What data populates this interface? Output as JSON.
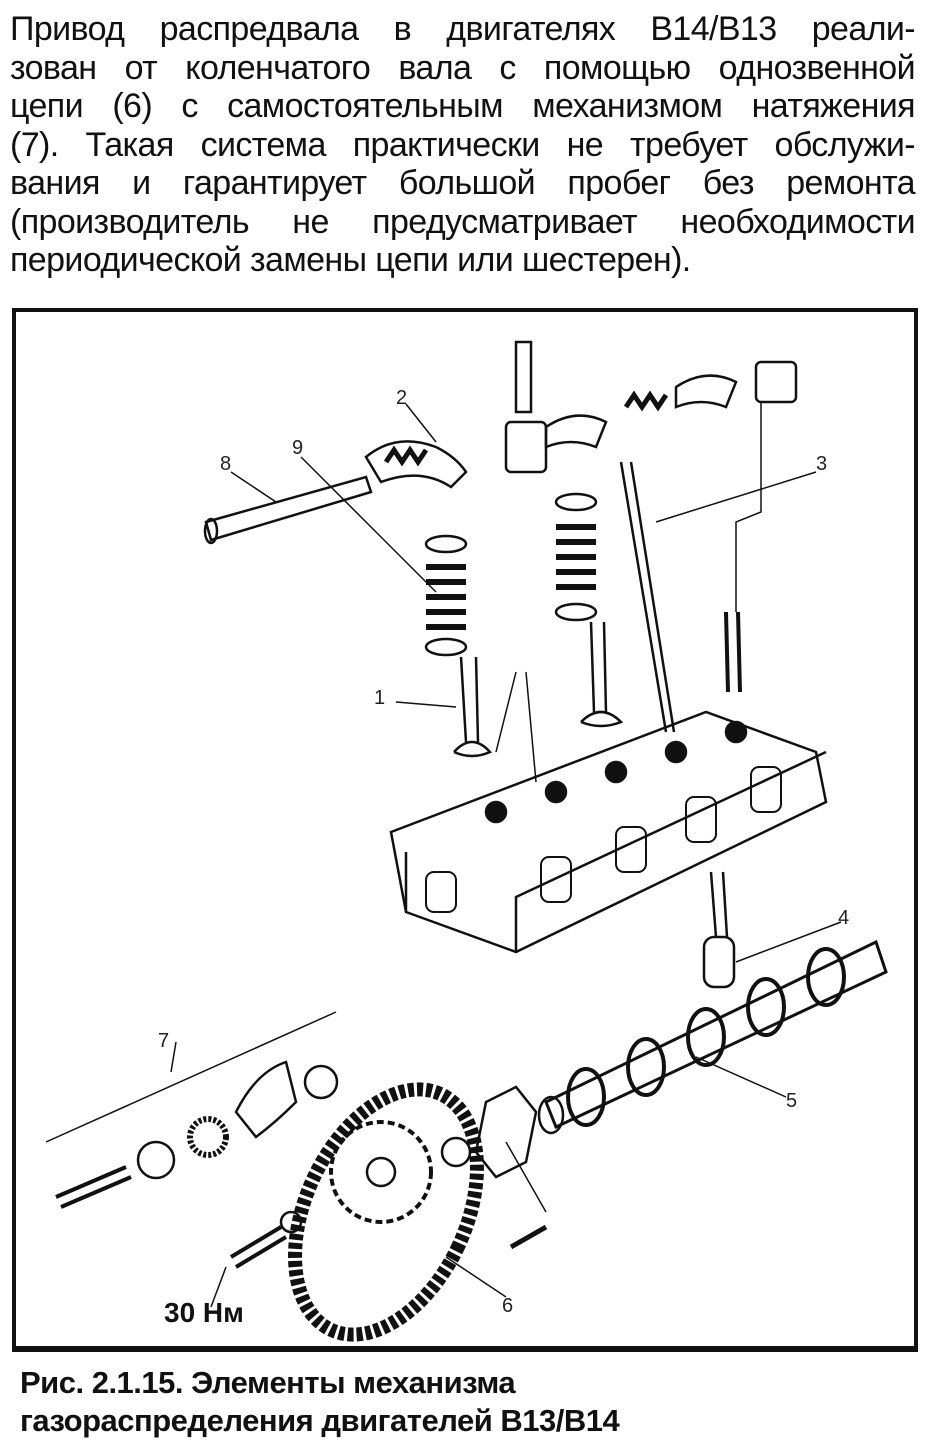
{
  "paragraph": {
    "lines": [
      "Привод распредвала в двигателях B14/B13 реали-",
      "зован от коленчатого вала с помощью однозвенной",
      "цепи (6) с самостоятельным механизмом натяжения",
      "(7). Такая система практически не требует обслужи-",
      "вания и гарантирует большой пробег без ремонта",
      "(производитель не предусматривает необходимости",
      "периодической замены цепи или шестерен)."
    ]
  },
  "figure": {
    "callouts": [
      "1",
      "2",
      "3",
      "4",
      "5",
      "6",
      "7",
      "8",
      "9"
    ],
    "torque_label": "30 Нм"
  },
  "caption": {
    "line1": "Рис. 2.1.15. Элементы механизма",
    "line2": "газораспределения двигателей B13/B14"
  }
}
